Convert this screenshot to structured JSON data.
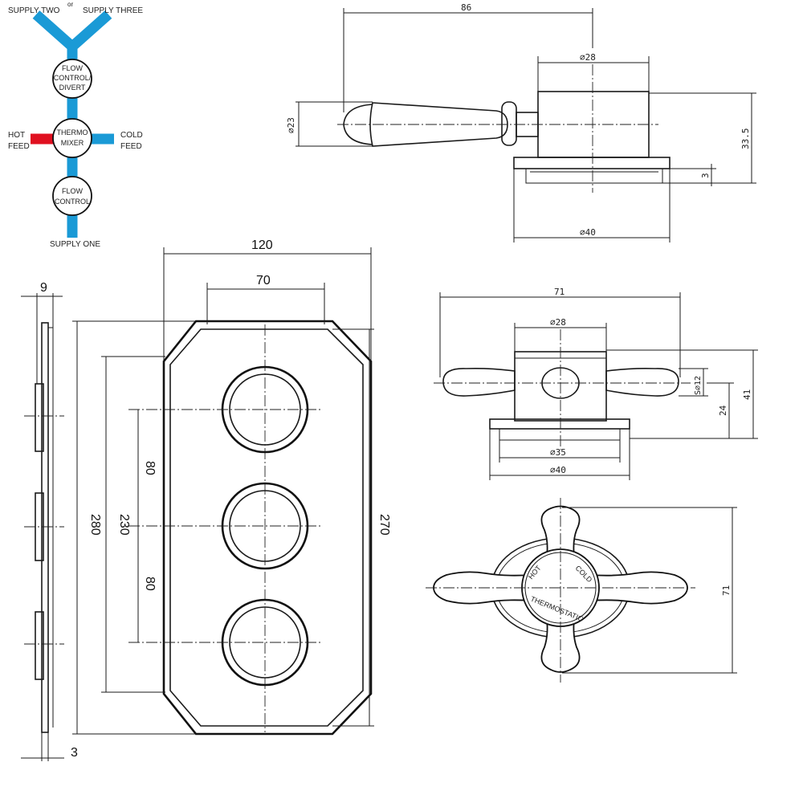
{
  "flow_diagram": {
    "supply_two": "SUPPLY TWO",
    "or": "or",
    "supply_three": "SUPPLY THREE",
    "flow_divert": [
      "FLOW",
      "CONTROL/",
      "DIVERT"
    ],
    "thermo": [
      "THERMO",
      "MIXER"
    ],
    "flow_control": [
      "FLOW",
      "CONTROL"
    ],
    "hot_feed": [
      "HOT",
      "FEED"
    ],
    "cold_feed": [
      "COLD",
      "FEED"
    ],
    "supply_one": "SUPPLY ONE",
    "colors": {
      "pipe": "#1a9ad6",
      "hot": "#e01020"
    }
  },
  "lever_side_view": {
    "d_86": "86",
    "d_28": "⌀28",
    "d_23": "⌀23",
    "d_33_5": "33.5",
    "d_3": "3",
    "d_40": "⌀40"
  },
  "plate_view": {
    "d_120": "120",
    "d_70": "70",
    "d_9": "9",
    "d_280": "280",
    "d_230": "230",
    "d_80a": "80",
    "d_80b": "80",
    "d_270": "270",
    "d_3": "3"
  },
  "cross_side_view": {
    "d_71": "71",
    "d_28": "⌀28",
    "d_s12": "S⌀12",
    "d_41": "41",
    "d_24": "24",
    "d_35": "⌀35",
    "d_40": "⌀40"
  },
  "cross_front_view": {
    "hot": "HOT",
    "cold": "COLD",
    "thermostatic": "THERMOSTATIC",
    "d_71": "71"
  }
}
